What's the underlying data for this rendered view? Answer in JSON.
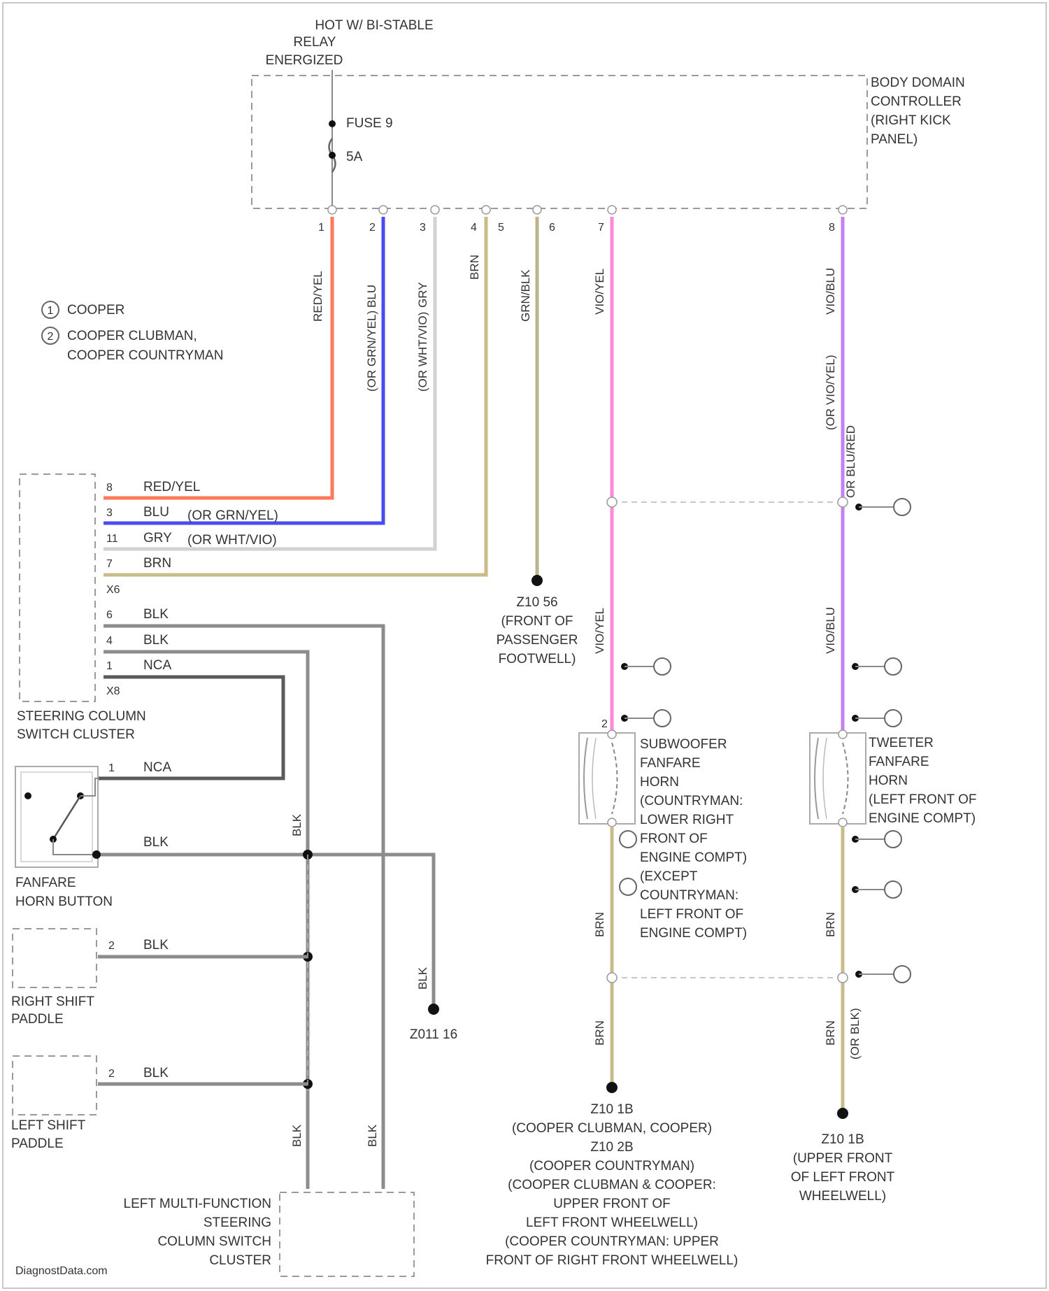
{
  "power": {
    "source_line1": "HOT W/ BI-STABLE",
    "source_line2": "RELAY",
    "source_line3": "ENERGIZED",
    "fuse_name": "FUSE 9",
    "fuse_rating": "5A"
  },
  "bdc": {
    "line1": "BODY DOMAIN",
    "line2": "CONTROLLER",
    "line3": "(RIGHT KICK",
    "line4": "PANEL)"
  },
  "legend": {
    "mark1": "1",
    "text1": "COOPER",
    "mark2": "2",
    "text2a": "COOPER CLUBMAN,",
    "text2b": "COOPER COUNTRYMAN"
  },
  "bdc_pins": {
    "p1": "1",
    "p2": "2",
    "p3": "3",
    "p4": "4",
    "p5": "5",
    "p6": "6",
    "p7": "7",
    "p8": "8"
  },
  "vertical_wires": {
    "redyel": "RED/YEL",
    "blu": "BLU",
    "blu_alt": "(OR GRN/YEL)",
    "gry": "GRY",
    "gry_alt": "(OR WHT/VIO)",
    "brn": "BRN",
    "grnblk": "GRN/BLK",
    "vioyel": "VIO/YEL",
    "vioblu": "VIO/BLU",
    "vioblu_alt": "(OR VIO/YEL)",
    "vioblu_alt2": "OR BLU/RED"
  },
  "steering_cluster": {
    "name_line1": "STEERING COLUMN",
    "name_line2": "SWITCH CLUSTER",
    "rows": [
      {
        "pin": "8",
        "color": "RED/YEL",
        "alt": ""
      },
      {
        "pin": "3",
        "color": "BLU",
        "alt": "(OR GRN/YEL)"
      },
      {
        "pin": "11",
        "color": "GRY",
        "alt": "(OR WHT/VIO)"
      },
      {
        "pin": "7",
        "color": "BRN",
        "alt": ""
      },
      {
        "pin": "X6",
        "color": "",
        "alt": ""
      },
      {
        "pin": "6",
        "color": "BLK",
        "alt": ""
      },
      {
        "pin": "4",
        "color": "BLK",
        "alt": ""
      },
      {
        "pin": "1",
        "color": "NCA",
        "alt": ""
      },
      {
        "pin": "X8",
        "color": "",
        "alt": ""
      }
    ]
  },
  "ground_z1056": {
    "id": "Z10 56",
    "line1": "(FRONT OF",
    "line2": "PASSENGER",
    "line3": "FOOTWELL)"
  },
  "horn_button": {
    "pin": "1",
    "wire": "NCA",
    "wire_blk": "BLK",
    "name_line1": "FANFARE",
    "name_line2": "HORN BUTTON"
  },
  "paddles": {
    "right": {
      "pin": "2",
      "wire": "BLK",
      "name_line1": "RIGHT SHIFT",
      "name_line2": "PADDLE"
    },
    "left": {
      "pin": "2",
      "wire": "BLK",
      "name_line1": "LEFT SHIFT",
      "name_line2": "PADDLE"
    }
  },
  "blk_labels": {
    "bus": "BLK",
    "drop": "BLK",
    "lower_left": "BLK",
    "lower_right": "BLK"
  },
  "ground_z011": {
    "id": "Z011 16"
  },
  "lmf_cluster": {
    "line1": "LEFT MULTI-FUNCTION",
    "line2": "STEERING",
    "line3": "COLUMN SWITCH",
    "line4": "CLUSTER"
  },
  "sub_horn": {
    "pin_top": "2",
    "line1": "SUBWOOFER",
    "line2": "FANFARE",
    "line3": "HORN",
    "line4": "(COUNTRYMAN:",
    "line5": "LOWER RIGHT",
    "line6": "FRONT OF",
    "line7": "ENGINE COMPT)",
    "line8": "(EXCEPT",
    "line9": "COUNTRYMAN:",
    "line10": "LEFT FRONT OF",
    "line11": "ENGINE COMPT)",
    "wire_upper": "VIO/YEL",
    "wire_lower": "VIO/YEL",
    "wire_brn1": "BRN",
    "wire_brn2": "BRN"
  },
  "tw_horn": {
    "line1": "TWEETER",
    "line2": "FANFARE",
    "line3": "HORN",
    "line4": "(LEFT FRONT OF",
    "line5": "ENGINE COMPT)",
    "wire_upper": "VIO/BLU",
    "wire_brn1": "BRN",
    "wire_brn2": "BRN",
    "wire_alt": "(OR BLK)"
  },
  "ground_left": {
    "line1": "Z10 1B",
    "line2": "(COOPER CLUBMAN, COOPER)",
    "line3": "Z10 2B",
    "line4": "(COOPER COUNTRYMAN)",
    "line5": "(COOPER CLUBMAN & COOPER:",
    "line6": "UPPER FRONT OF",
    "line7": "LEFT FRONT WHEELWELL)",
    "line8": "(COOPER COUNTRYMAN: UPPER",
    "line9": "FRONT OF RIGHT FRONT WHEELWELL)"
  },
  "ground_right": {
    "line1": "Z10 1B",
    "line2": "(UPPER FRONT",
    "line3": "OF LEFT FRONT",
    "line4": "WHEELWELL)"
  },
  "footer": {
    "watermark": "DiagnostData.com"
  },
  "colors": {
    "red_yel": "#ff7a5a",
    "blu": "#4a4cf0",
    "gry": "#cfcfcf",
    "brn": "#c8bc8a",
    "grn_blk": "#bdb48c",
    "vio_yel": "#ff88dd",
    "vio_blu": "#c680f0",
    "blk": "#8c8c8c",
    "nca": "#5a5a5a"
  }
}
